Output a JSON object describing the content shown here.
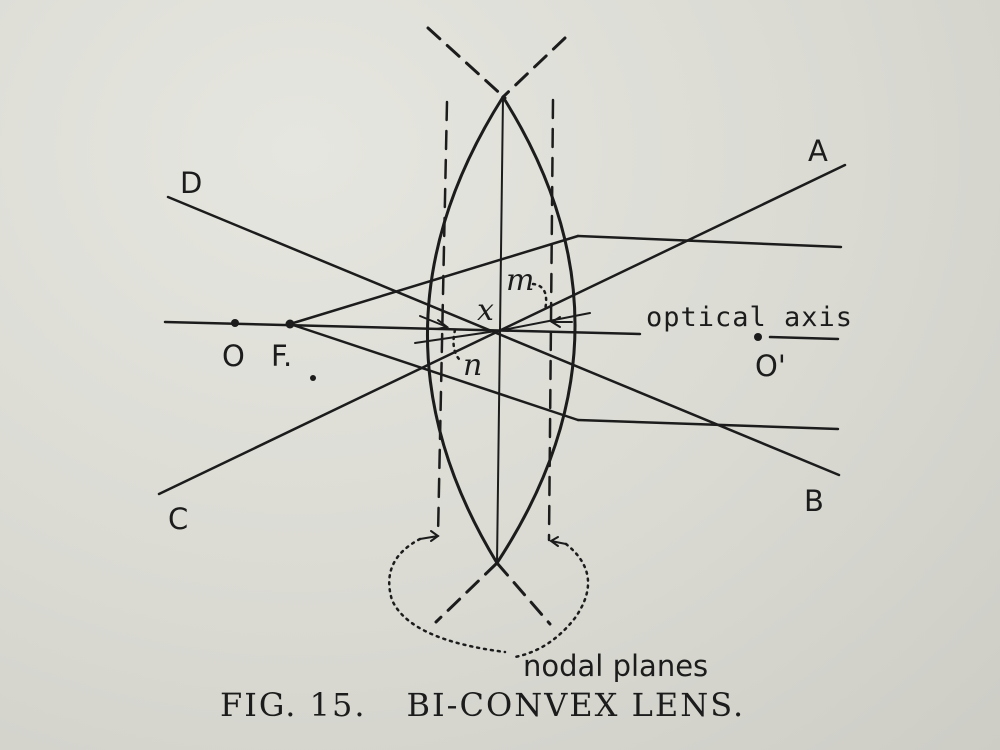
{
  "figure": {
    "caption_number": "FIG. 15.",
    "caption_title": "BI-CONVEX LENS."
  },
  "labels": {
    "A": "A",
    "B": "B",
    "C": "C",
    "D": "D",
    "O": "O",
    "F": "F.",
    "O_prime": "O'",
    "x": "x",
    "m": "m",
    "n": "n",
    "optical_axis": "optical axis",
    "nodal_planes": "nodal planes"
  },
  "colors": {
    "ink": "#1c1c1c",
    "paper": "#dcdcd6"
  }
}
